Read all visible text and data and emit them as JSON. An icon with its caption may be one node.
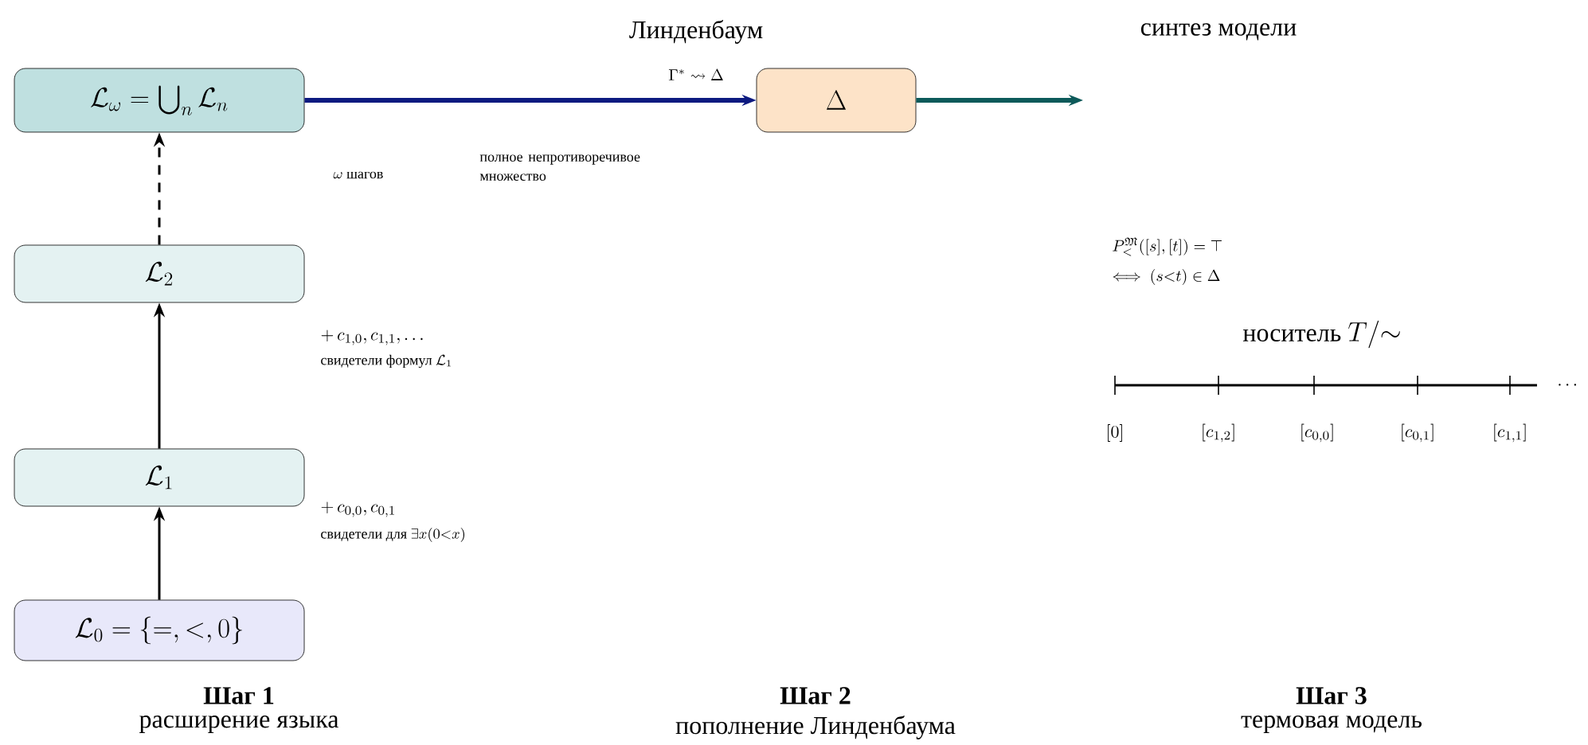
{
  "diagram": {
    "nodes": [
      {
        "text": [
          "\\mathcal{L}_0 = \\{=,<,0\\}"
        ]
      },
      {
        "text": [
          "\\mathcal{L}_1"
        ]
      },
      {
        "text": [
          "\\mathcal{L}_2"
        ]
      },
      {
        "text": [
          "\\mathcal{L}_\\omega = \\bigcup_n \\mathcal{L}_n"
        ]
      },
      {
        "text": [
          "\\Delta"
        ]
      }
    ],
    "edges": [
      {
        "from": 0,
        "to": 1,
        "arrow": "to"
      },
      {
        "from": 1,
        "to": 2,
        "arrow": "to"
      },
      {
        "from": 2,
        "to": 3,
        "arrow": "to",
        "style": "dashed"
      },
      {
        "from": 3,
        "to": 4,
        "arrow": "to",
        "style": "thick",
        "color": "#0d1a80"
      },
      {
        "from": 4,
        "to": null,
        "arrow": "to",
        "style": "thick",
        "color": "#0d5a5a"
      }
    ],
    "labels": [
      "Линденбаум",
      "\\Gamma^* \\leadsto \\Delta",
      "полное непротиворечивое множество",
      "синтез модели",
      "\\omega\\text{ шагов}",
      "+\\,c_{1,0}, c_{1,1}, \\ldots",
      "\\text{свидетели формул } \\mathcal{L}_1",
      "+\\,c_{0,0}, c_{0,1}",
      "\\text{свидетели для } \\exists x(0{<}x)",
      "P^{\\mathfrak{M}}_{<}([s],[t]) = \\top",
      "\\Longleftrightarrow\\ (s{<}t) \\in \\Delta",
      "\\text{носитель } T/{\\sim}",
      "[0]",
      "[c_{1,2}]",
      "[c_{0,0}]",
      "[c_{0,1}]",
      "[c_{1,1}]",
      "\\cdots",
      "Шаг 1",
      "расширение языка",
      "Шаг 2",
      "пополнение Линденбаума",
      "Шаг 3",
      "термовая модель"
    ]
  }
}
